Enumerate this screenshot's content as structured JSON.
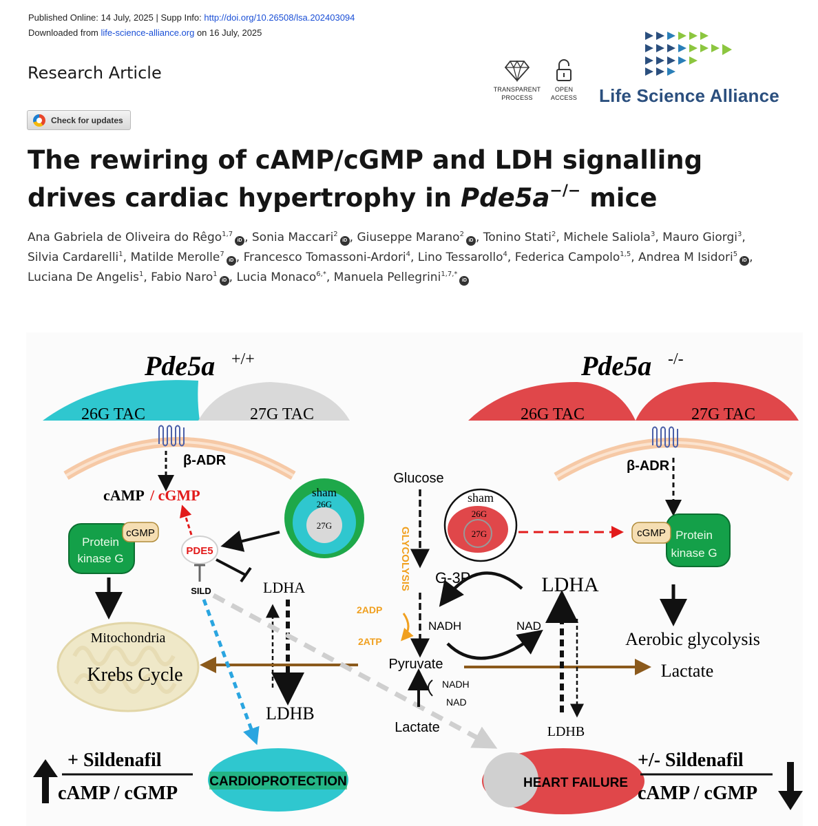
{
  "meta": {
    "published_prefix": "Published Online: 14 July, 2025 | Supp Info: ",
    "doi_link": "http://doi.org/10.26508/lsa.202403094",
    "downloaded_prefix": "Downloaded from ",
    "site_link": "life-science-alliance.org",
    "downloaded_suffix": " on 16 July, 2025"
  },
  "article_type": "Research Article",
  "check_updates": "Check for updates",
  "badges": {
    "transparent": [
      "TRANSPARENT",
      "PROCESS"
    ],
    "open": [
      "OPEN",
      "ACCESS"
    ]
  },
  "journal_name": "Life Science Alliance",
  "title": {
    "part1": "The rewiring of cAMP/cGMP and LDH signalling drives cardiac hypertrophy in ",
    "gene": "Pde5a",
    "gene_sup": "−/−",
    "part2": " mice"
  },
  "orcid_label": "iD",
  "authors": [
    {
      "name": "Ana Gabriela de Oliveira do Rêgo",
      "aff": "1,7",
      "orcid": true
    },
    {
      "name": "Sonia Maccari",
      "aff": "2",
      "orcid": true
    },
    {
      "name": "Giuseppe Marano",
      "aff": "2",
      "orcid": true
    },
    {
      "name": "Tonino Stati",
      "aff": "2",
      "orcid": false
    },
    {
      "name": "Michele Saliola",
      "aff": "3",
      "orcid": false
    },
    {
      "name": "Mauro Giorgi",
      "aff": "3",
      "orcid": false
    },
    {
      "name": "Silvia Cardarelli",
      "aff": "1",
      "orcid": false
    },
    {
      "name": "Matilde Merolle",
      "aff": "7",
      "orcid": true
    },
    {
      "name": "Francesco Tomassoni-Ardori",
      "aff": "4",
      "orcid": false
    },
    {
      "name": "Lino Tessarollo",
      "aff": "4",
      "orcid": false
    },
    {
      "name": "Federica Campolo",
      "aff": "1,5",
      "orcid": false
    },
    {
      "name": "Andrea M Isidori",
      "aff": "5",
      "orcid": true
    },
    {
      "name": "Luciana De Angelis",
      "aff": "1",
      "orcid": false
    },
    {
      "name": "Fabio Naro",
      "aff": "1",
      "orcid": true
    },
    {
      "name": "Lucia Monaco",
      "aff": "6,*",
      "orcid": false
    },
    {
      "name": "Manuela Pellegrini",
      "aff": "1,7,*",
      "orcid": true
    }
  ],
  "figure": {
    "left_title": "Pde5a",
    "left_title_sup": "+/+",
    "right_title": "Pde5a",
    "right_title_sup": "-/-",
    "tac_26g": "26G TAC",
    "tac_27g": "27G TAC",
    "beta_adr": "β-ADR",
    "camp": "cAMP",
    "cgmp_slash": "/ cGMP",
    "cgmp": "cGMP",
    "protein_kinase_g": [
      "Protein",
      "kinase G"
    ],
    "pde5": "PDE5",
    "sild": "SILD",
    "sham": "sham",
    "g26": "26G",
    "g27": "27G",
    "ldha": "LDHA",
    "ldhb": "LDHB",
    "mitochondria": "Mitochondria",
    "krebs_cycle": "Krebs Cycle",
    "glucose": "Glucose",
    "glycolysis": "GLYCOLYSIS",
    "g3p": "G-3P",
    "adp2": "2ADP",
    "atp2": "2ATP",
    "nadh": "NADH",
    "nad": "NAD",
    "pyruvate": "Pyruvate",
    "lactate": "Lactate",
    "aerobic_glycolysis": "Aerobic glycolysis",
    "plus_sildenafil": "+  Sildenafil",
    "plusminus_sildenafil": "+/- Sildenafil",
    "camp_cgmp": "cAMP / cGMP",
    "cardioprotection": "CARDIOPROTECTION",
    "heart_failure": "HEART FAILURE"
  },
  "colors": {
    "teal": "#2fc7cf",
    "grey": "#d9d9d9",
    "red": "#e0474a",
    "green": "#14a049",
    "membrane": "#f6c9a6",
    "link_blue": "#1a4fd6",
    "brand_blue": "#2b4f7e",
    "brand_green": "#8cc63f"
  }
}
